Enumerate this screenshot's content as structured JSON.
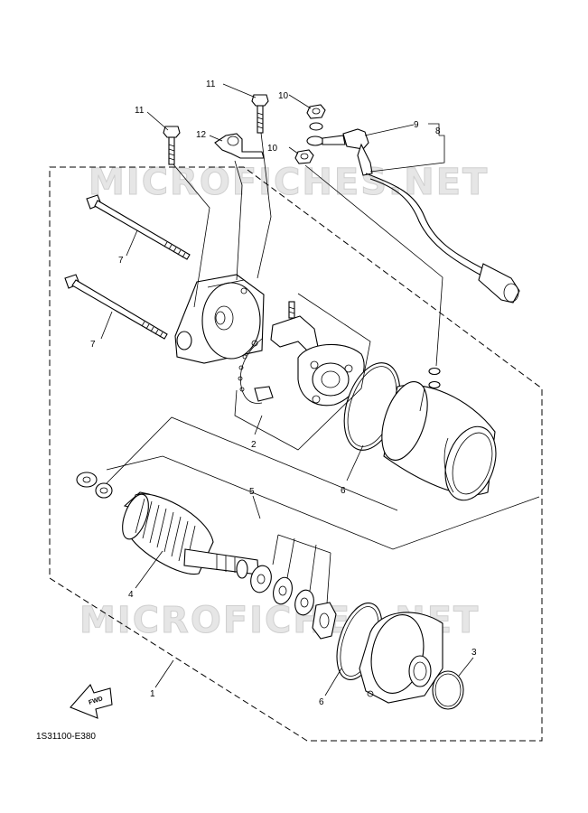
{
  "watermark": {
    "text": "MICROFICHES.NET"
  },
  "callouts": {
    "p1": "1",
    "p2": "2",
    "p3": "3",
    "p4": "4",
    "p5": "5",
    "p6a": "6",
    "p6b": "6",
    "p7a": "7",
    "p7b": "7",
    "p8": "8",
    "p9": "9",
    "p10a": "10",
    "p10b": "10",
    "p11a": "11",
    "p11b": "11",
    "p12": "12"
  },
  "fwd_label": "FWD",
  "diagram_code": "1S31100-E380"
}
